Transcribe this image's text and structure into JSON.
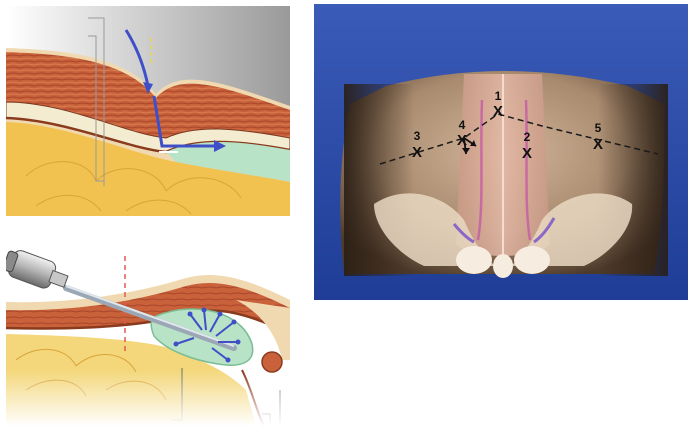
{
  "figure": {
    "panels": [
      {
        "id": "top-left",
        "description_name": "abdominal-wall-cross-section"
      },
      {
        "id": "bottom-left",
        "description_name": "needle-insertion-cross-section"
      },
      {
        "id": "right",
        "description_name": "abdomen-3d-render"
      }
    ]
  },
  "port_sites": [
    {
      "label": "1"
    },
    {
      "label": "2"
    },
    {
      "label": "3"
    },
    {
      "label": "4"
    },
    {
      "label": "5"
    }
  ],
  "colors": {
    "muscle": "#c9623a",
    "fat": "#f1c24f",
    "fascia": "#f3ecd0",
    "fluid": "#b9e3c7",
    "arrow": "#3f4fc8",
    "background_blue": "#2e4ea8"
  }
}
